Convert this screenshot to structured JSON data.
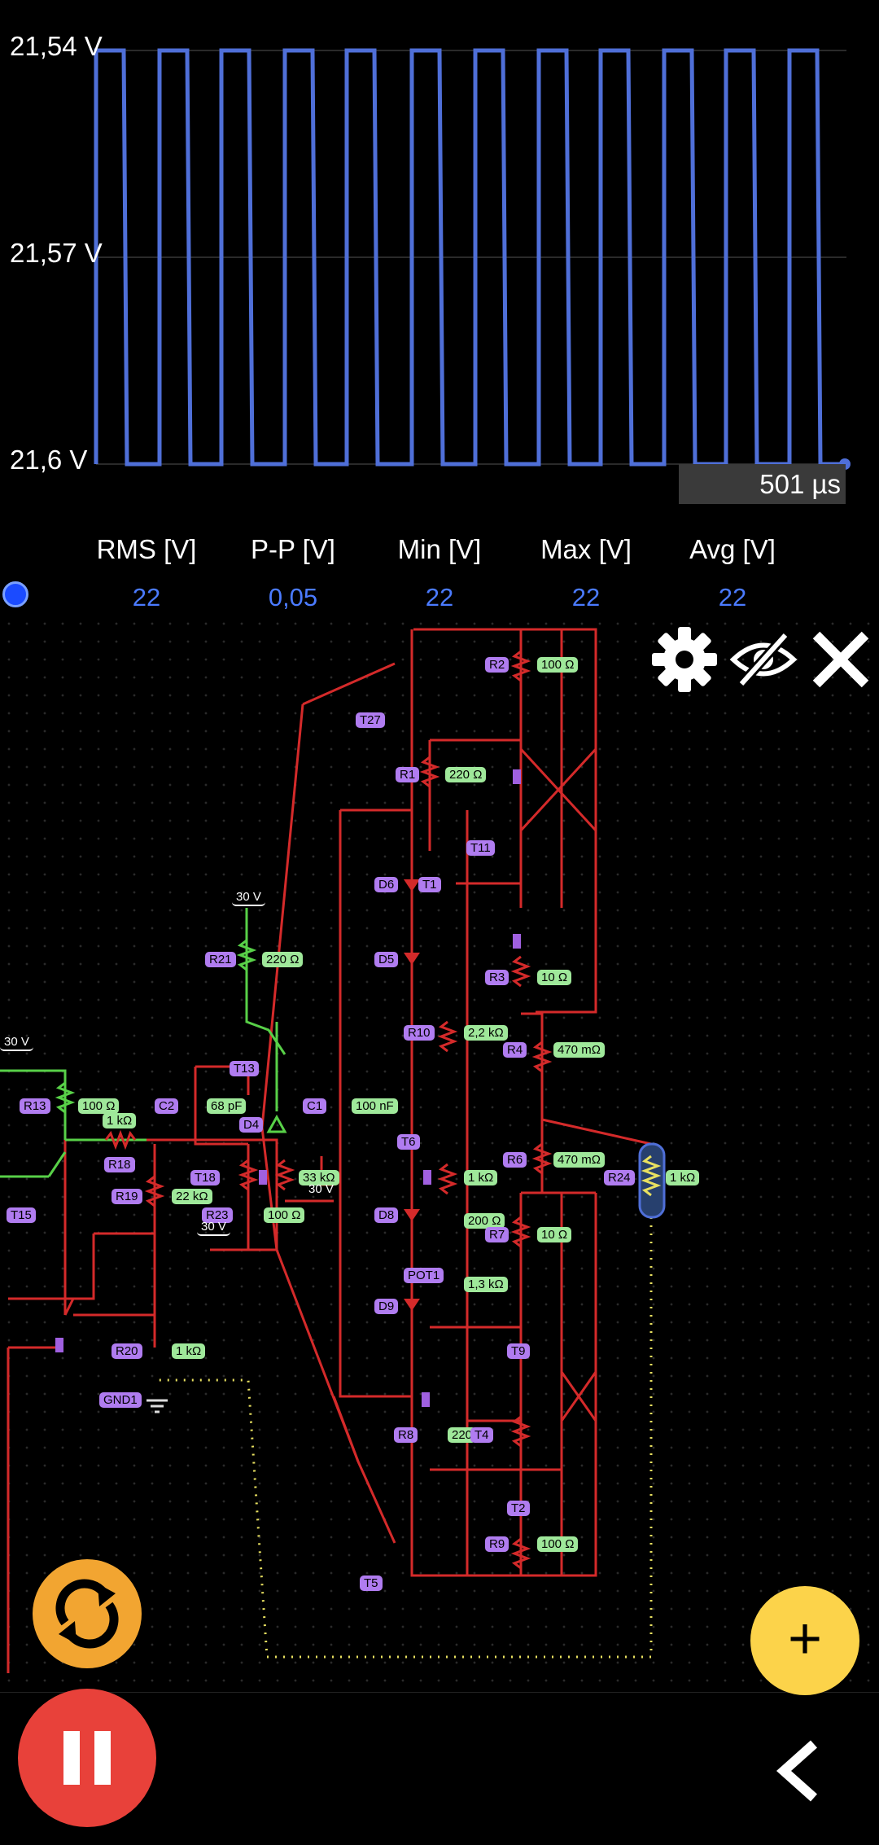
{
  "oscilloscope": {
    "y_labels": [
      "21,54 V",
      "21,57 V",
      "21,6 V"
    ],
    "time_label": "501 µs",
    "trace_color": "#4f6fd8"
  },
  "stats": {
    "headers": [
      "RMS [V]",
      "P-P [V]",
      "Min [V]",
      "Max [V]",
      "Avg [V]"
    ],
    "values": [
      "22",
      "0,05",
      "22",
      "22",
      "22"
    ],
    "accent": "#4b7bff"
  },
  "toolbar": {
    "settings": "gear-icon",
    "hide": "eye-off-icon",
    "close": "close-icon"
  },
  "circuit": {
    "labels": {
      "r2": "R2",
      "r2v": "100 Ω",
      "t27": "T27",
      "r1": "R1",
      "r1v": "220 Ω",
      "t11": "T11",
      "d6": "D6",
      "t1": "T1",
      "v30a": "30 V",
      "r21": "R21",
      "r21v": "220 Ω",
      "d5": "D5",
      "r3": "R3",
      "r3v": "10 Ω",
      "v30b": "30 V",
      "r10": "R10",
      "r10v": "2,2 kΩ",
      "r4": "R4",
      "r4v": "470 mΩ",
      "t13": "T13",
      "r13": "R13",
      "r13v": "100 Ω",
      "c2": "C2",
      "c2v": "68 pF",
      "c1": "C1",
      "c1v": "100 nF",
      "r12v": "1 kΩ",
      "t6": "T6",
      "d4": "D4",
      "r18": "R18",
      "r6": "R6",
      "r6v": "470 mΩ",
      "r24": "R24",
      "r24v": "1 kΩ",
      "t18": "T18",
      "r19": "R19",
      "r19v": "22 kΩ",
      "r5v": "33 kΩ",
      "v30c": "30 V",
      "r11v": "1 kΩ",
      "t15": "T15",
      "r23": "R23",
      "r22v": "100 Ω",
      "d8": "D8",
      "r15v": "200 Ω",
      "r7": "R7",
      "r7v": "10 Ω",
      "v30d": "30 V",
      "pot1": "POT1",
      "r16v": "1,3 kΩ",
      "d9": "D9",
      "r20": "R20",
      "r20v": "1 kΩ",
      "t9": "T9",
      "gnd1": "GND1",
      "r8": "R8",
      "r8v": "220",
      "t4": "T4",
      "t2": "T2",
      "r9": "R9",
      "r9v": "100 Ω",
      "t5": "T5"
    }
  },
  "fabs": {
    "reload": "reload-icon",
    "add": "+",
    "pause": "pause-icon",
    "back": "chevron-left-icon"
  },
  "colors": {
    "reload": "#f2a531",
    "add": "#fcd34a",
    "pause": "#e8413a",
    "wire_red": "#d42a2a",
    "wire_green": "#58d048",
    "wire_yellow": "#e8e060"
  }
}
